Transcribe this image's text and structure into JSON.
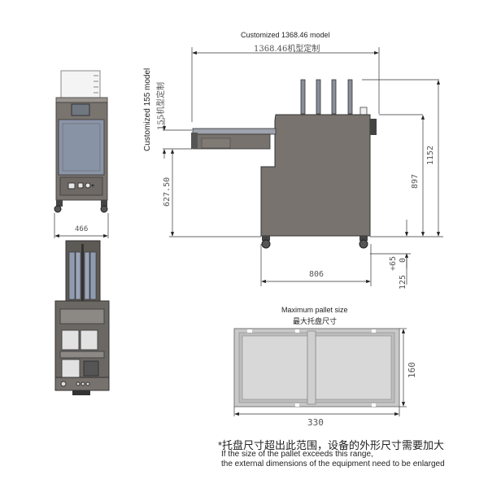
{
  "colors": {
    "machine_body": "#77716c",
    "machine_dark": "#3e3b39",
    "frame_gray": "#8a8784",
    "glass": "#8f9aae",
    "dimension_line": "#333333",
    "pallet_fill": "#d6d6d6",
    "pallet_frame": "#a6a6a6"
  },
  "side_view": {
    "top_dimension": {
      "label_en": "Customized 1368.46 model",
      "label_cn": "1368.46机型定制"
    },
    "left_dimension": {
      "label_en": "Customized 155 model",
      "label_cn": "155机型定制"
    },
    "dimensions": {
      "tray_height": "627.50",
      "body_height": "897",
      "total_height": "1152",
      "body_width": "806",
      "offset_plus": "+65",
      "offset_zero": "0",
      "offset_min": "125"
    }
  },
  "front_view": {
    "width_dimension": "466"
  },
  "pallet": {
    "title_en": "Maximum pallet size",
    "title_cn": "最大托盘尺寸",
    "width": "330",
    "height": "160"
  },
  "footnote": {
    "cn": "*托盘尺寸超出此范围，设备的外形尺寸需要加大",
    "en_line1": "If the size of the pallet exceeds this range,",
    "en_line2": "the external dimensions of the equipment need to be enlarged"
  }
}
